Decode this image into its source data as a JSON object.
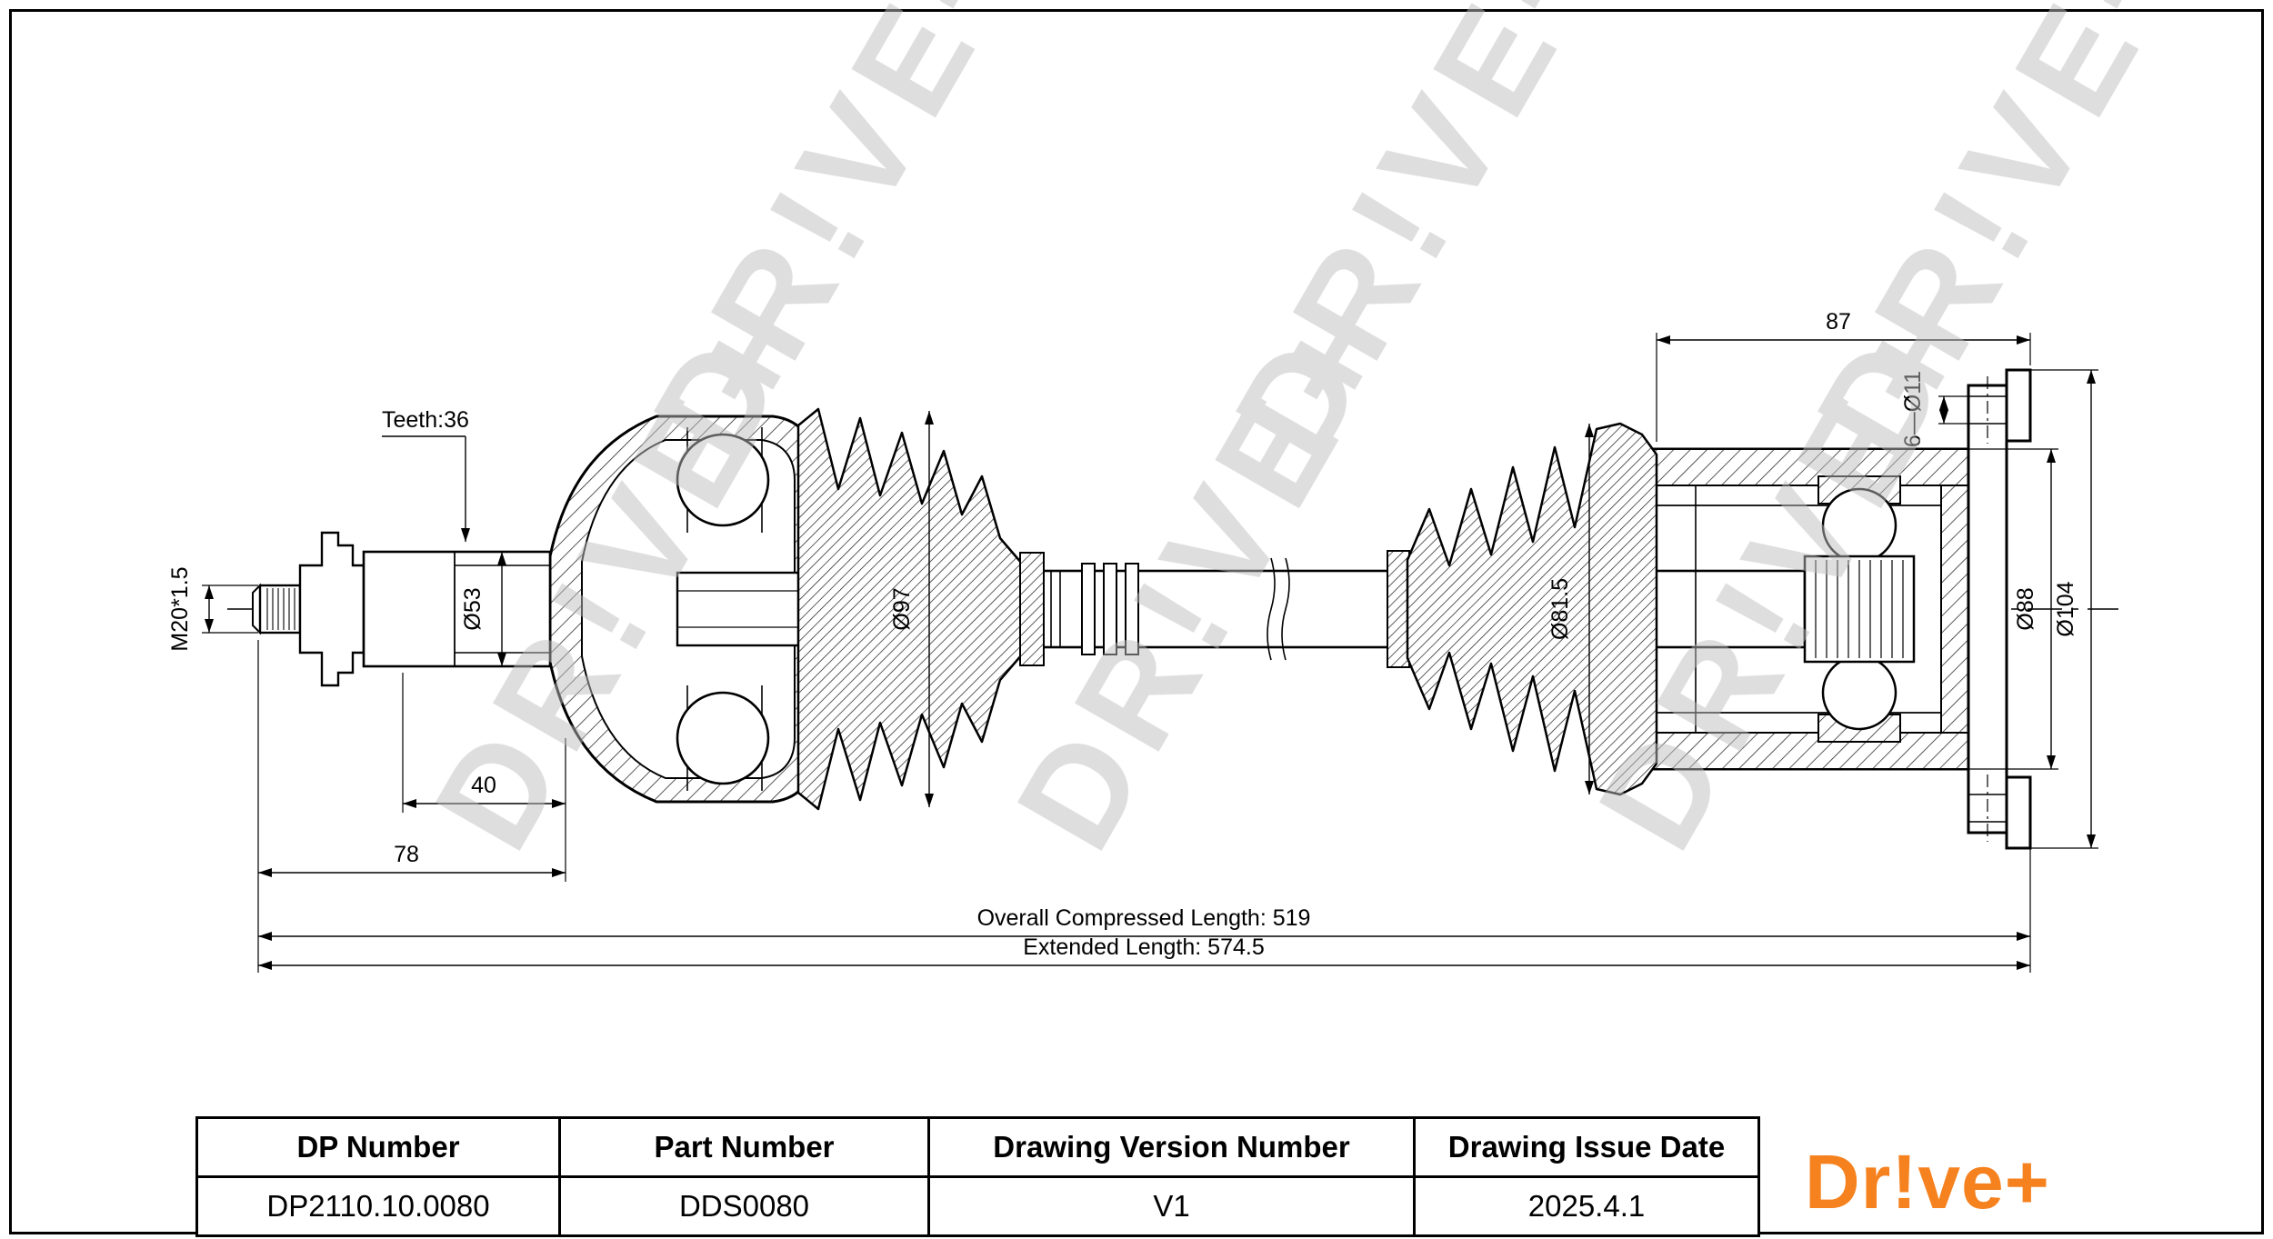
{
  "watermark": {
    "text": "DR!VE+"
  },
  "logo": {
    "text": "Dr!ve+",
    "color": "#F5821F"
  },
  "drawing": {
    "labels": {
      "teeth": "Teeth:36",
      "thread": "M20*1.5",
      "d53": "Ø53",
      "d97": "Ø97",
      "d81_5": "Ø81.5",
      "d88": "Ø88",
      "d104": "Ø104",
      "holes": "6—Ø11",
      "len87": "87",
      "len40": "40",
      "len78": "78",
      "overall_compressed": "Overall Compressed Length: 519",
      "extended": "Extended Length: 574.5"
    }
  },
  "title_block": {
    "headers": [
      "DP Number",
      "Part Number",
      "Drawing Version Number",
      "Drawing Issue Date"
    ],
    "values": [
      "DP2110.10.0080",
      "DDS0080",
      "V1",
      "2025.4.1"
    ]
  }
}
